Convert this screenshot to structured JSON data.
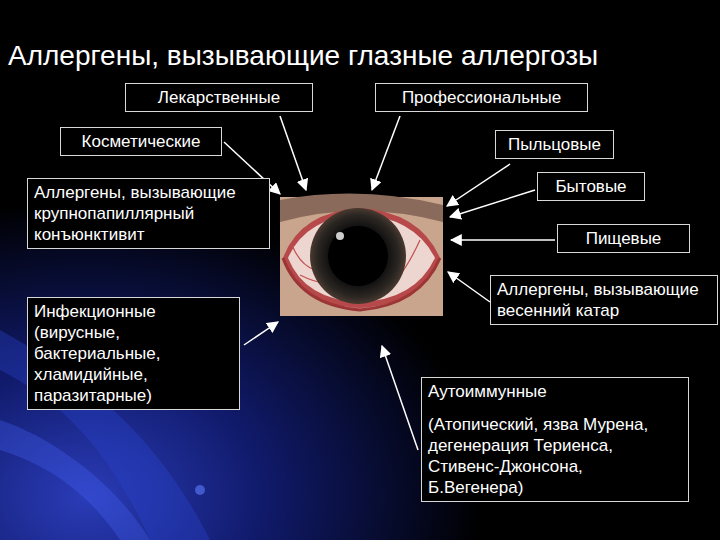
{
  "diagram": {
    "title": "Аллергены, вызывающие глазные аллергозы",
    "nodes": [
      {
        "text": [
          "Лекарственные"
        ]
      },
      {
        "text": [
          "Профессиональные"
        ]
      },
      {
        "text": [
          "Косметические"
        ]
      },
      {
        "text": [
          "Пыльцовые"
        ]
      },
      {
        "text": [
          "Аллергены, вызывающие крупнопапиллярный конъюнктивит"
        ]
      },
      {
        "text": [
          "Бытовые"
        ]
      },
      {
        "text": [
          "Пищевые"
        ]
      },
      {
        "text": [
          "Аллергены, вызывающие весенний катар"
        ]
      },
      {
        "text": [
          "Инфекционные (вирусные, бактериальные, хламидийные, паразитарные)"
        ]
      },
      {
        "text": [
          "Аутоиммунные",
          "(Атопический, язва Мурена, дегенерация Териенса, Стивенс-Джонсона, Б.Вегенера)"
        ]
      }
    ]
  }
}
